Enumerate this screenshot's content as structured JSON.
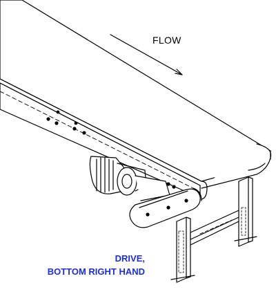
{
  "diagram": {
    "flow_label": "FLOW",
    "caption_line1": "DRIVE,",
    "caption_line2": "BOTTOM RIGHT HAND",
    "caption_color": "#1f2fcf",
    "line_color": "#000000"
  }
}
